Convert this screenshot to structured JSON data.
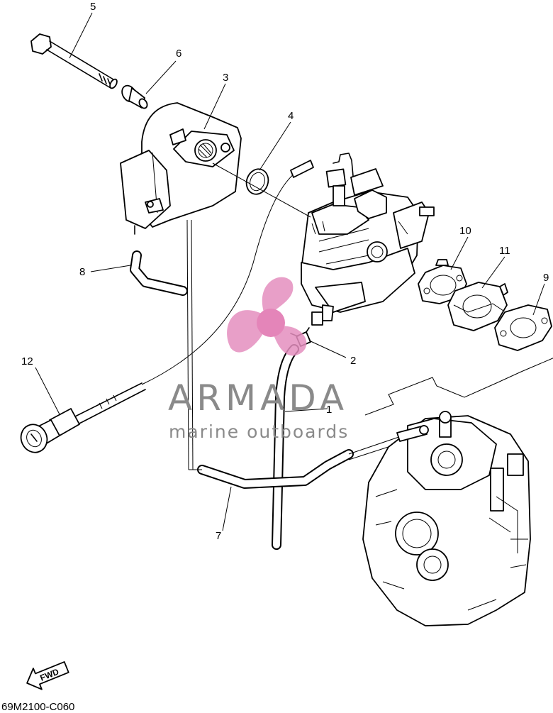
{
  "diagram": {
    "callouts": [
      {
        "id": "5",
        "label": "5"
      },
      {
        "id": "6",
        "label": "6"
      },
      {
        "id": "3",
        "label": "3"
      },
      {
        "id": "4",
        "label": "4"
      },
      {
        "id": "10",
        "label": "10"
      },
      {
        "id": "11",
        "label": "11"
      },
      {
        "id": "9",
        "label": "9"
      },
      {
        "id": "8",
        "label": "8"
      },
      {
        "id": "2",
        "label": "2"
      },
      {
        "id": "12",
        "label": "12"
      },
      {
        "id": "1",
        "label": "1"
      },
      {
        "id": "7",
        "label": "7"
      }
    ],
    "drawing_code": "69M2100-C060",
    "fwd_label": "FWD"
  },
  "watermark": {
    "brand": "ARMADA",
    "tagline": "marine outboards",
    "propeller_color": "#e58fbf",
    "hub_color": "#e070ad",
    "text_color": "#8a8a8a"
  }
}
